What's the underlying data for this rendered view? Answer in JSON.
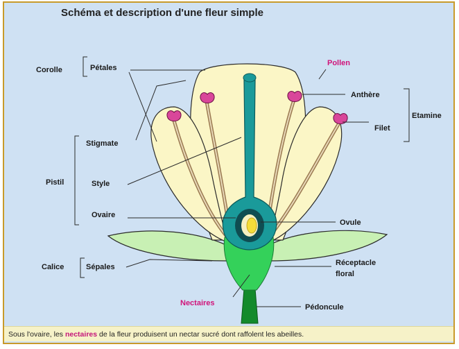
{
  "title": "Schéma et description d'une fleur simple",
  "labels": {
    "corolle": "Corolle",
    "petales": "Pétales",
    "pollen": "Pollen",
    "anthere": "Anthère",
    "etamine": "Etamine",
    "filet": "Filet",
    "stigmate": "Stigmate",
    "pistil": "Pistil",
    "style": "Style",
    "ovaire": "Ovaire",
    "ovule": "Ovule",
    "calice": "Calice",
    "sepales": "Sépales",
    "receptacle_1": "Réceptacle",
    "receptacle_2": "floral",
    "nectaires": "Nectaires",
    "pedoncule": "Pédoncule"
  },
  "caption": {
    "before": "Sous l'ovaire, les ",
    "highlight": "nectaires",
    "after": " de la fleur produisent un nectar sucré dont raffolent les abeilles."
  },
  "colors": {
    "petal": "#fbf6c6",
    "petal_outline": "#2a2a2a",
    "pistil": "#1a9a9a",
    "sepal": "#c8f0b4",
    "receptacle": "#34d15a",
    "stem": "#138a2c",
    "anther": "#d9469a",
    "filament": "#9b7a52",
    "ovary": "#0f4d52",
    "ovule": "#f4dd3a"
  }
}
